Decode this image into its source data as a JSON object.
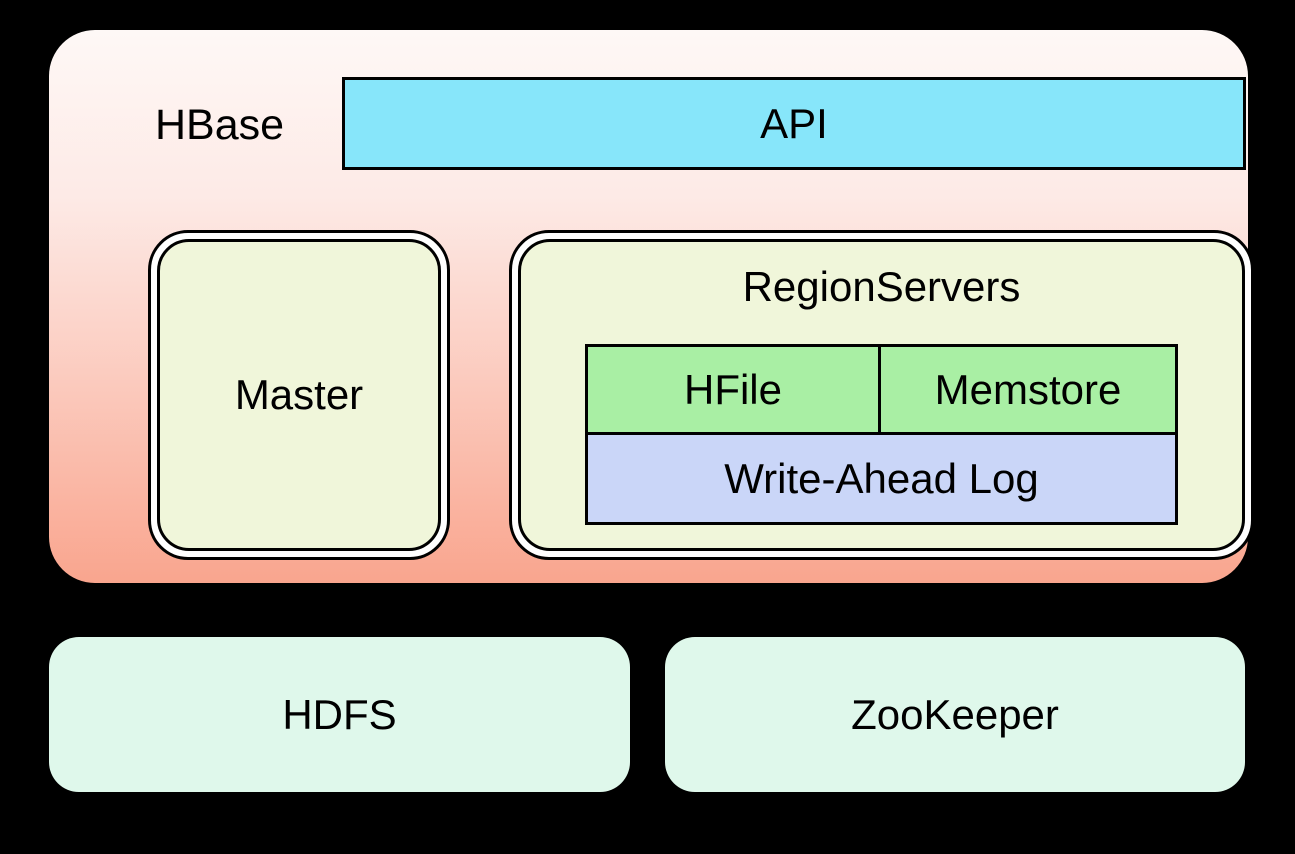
{
  "diagram": {
    "hbase": {
      "label": "HBase",
      "api_label": "API",
      "master_label": "Master",
      "region_servers": {
        "title": "RegionServers",
        "hfile_label": "HFile",
        "memstore_label": "Memstore",
        "wal_label": "Write-Ahead Log"
      }
    },
    "foundation": {
      "hdfs_label": "HDFS",
      "zookeeper_label": "ZooKeeper"
    },
    "colors": {
      "page_background": "#000000",
      "hbase_gradient_top": "#FEF8F6",
      "hbase_gradient_bottom": "#F9A58E",
      "api_fill": "#87E6FA",
      "panel_fill": "#F0F6DA",
      "panel_ring": "#FFFFFF",
      "cell_green": "#A9EFA4",
      "cell_lavender": "#CAD6F8",
      "foundation_fill": "#DFF8EB",
      "border": "#000000",
      "text": "#000000"
    }
  }
}
